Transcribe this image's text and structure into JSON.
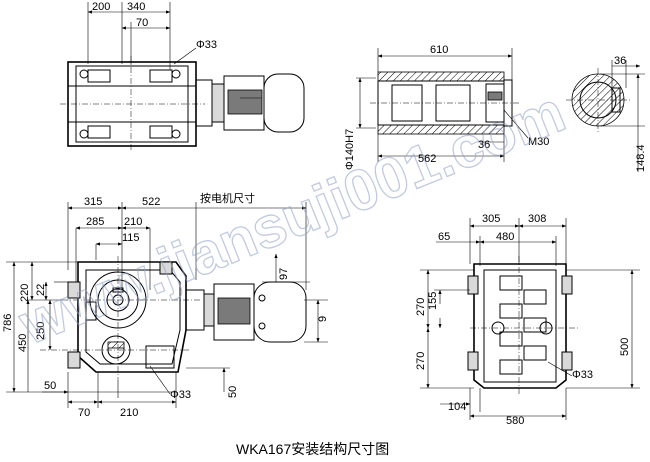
{
  "caption": "WKA167安装结构尺寸图",
  "watermark": "www.jiansuji001.com",
  "top_left_view": {
    "dims": {
      "d200": "200",
      "d340": "340",
      "d70": "70",
      "hole": "Φ33"
    }
  },
  "shaft_section": {
    "dims": {
      "d610": "610",
      "bore": "Φ140H7",
      "d562": "562",
      "d36": "36",
      "thread": "M30"
    }
  },
  "shaft_end": {
    "dims": {
      "d36": "36",
      "d148": "148.4"
    }
  },
  "front_view": {
    "dims": {
      "d315": "315",
      "d522": "522",
      "motor_note": "按电机尺寸",
      "d285": "285",
      "d210a": "210",
      "d115": "115",
      "d220": "220",
      "d22": "22",
      "d250": "250",
      "d786": "786",
      "d450": "450",
      "d97": "97",
      "d9": "9",
      "d50a": "50",
      "d70": "70",
      "d210b": "210",
      "hole": "Φ33",
      "d50b": "50"
    }
  },
  "side_view": {
    "dims": {
      "d305": "305",
      "d308": "308",
      "d65": "65",
      "d480": "480",
      "d270a": "270",
      "d155": "155",
      "d270b": "270",
      "d500": "500",
      "hole": "Φ33",
      "d104": "104",
      "d580": "580"
    }
  }
}
